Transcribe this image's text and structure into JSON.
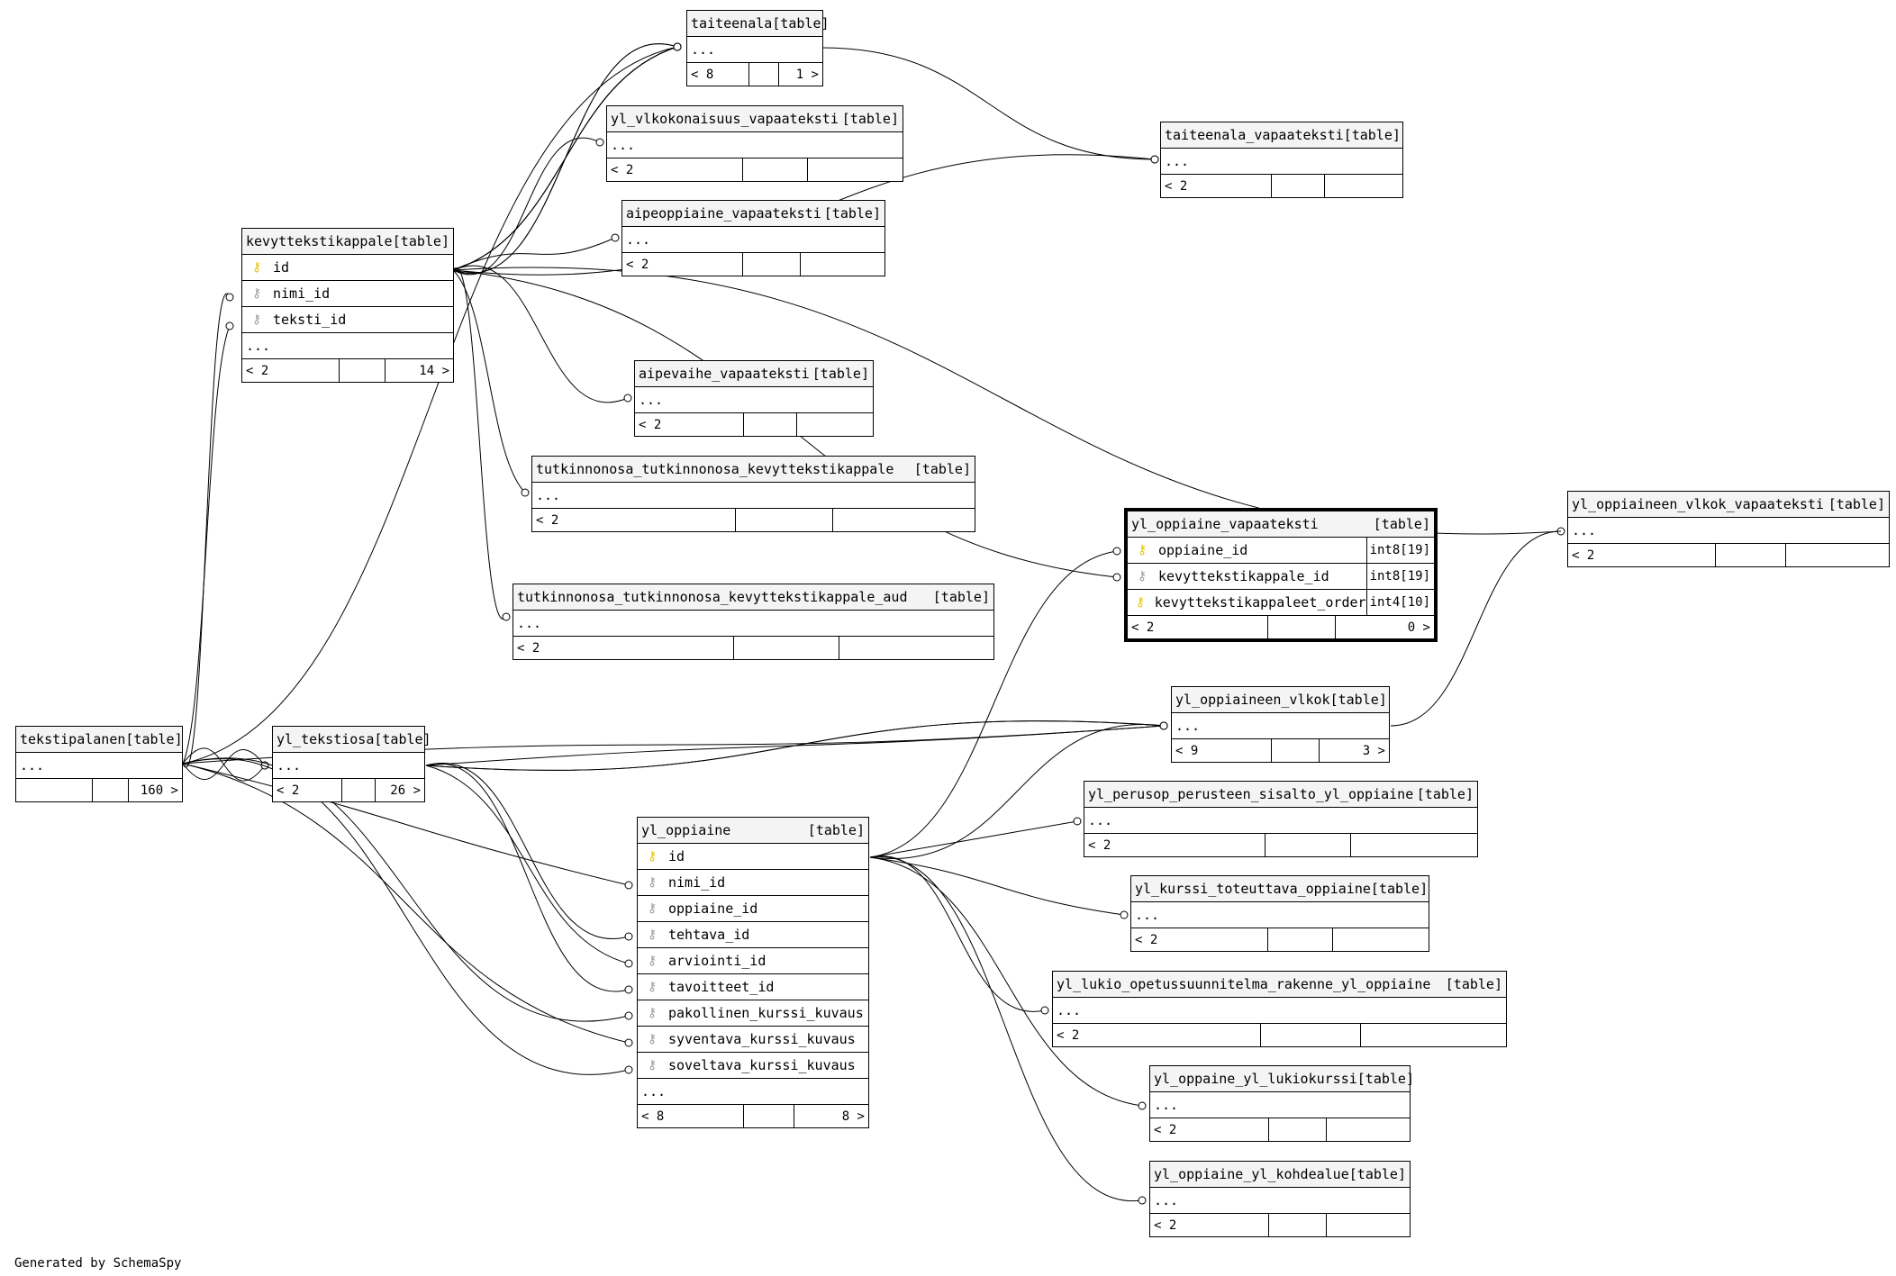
{
  "footer": "Generated by SchemaSpy",
  "tables": [
    {
      "id": "taiteenala",
      "name": "taiteenala",
      "tag": "[table]",
      "rows": [
        {
          "k": "",
          "n": "..."
        }
      ],
      "foot": [
        "< 8",
        "",
        "1 >"
      ]
    },
    {
      "id": "ylvlkokv",
      "name": "yl_vlkokonaisuus_vapaateksti",
      "tag": "[table]",
      "rows": [
        {
          "k": "",
          "n": "..."
        }
      ],
      "foot": [
        "< 2",
        "",
        ""
      ]
    },
    {
      "id": "aipeoppv",
      "name": "aipeoppiaine_vapaateksti",
      "tag": "[table]",
      "rows": [
        {
          "k": "",
          "n": "..."
        }
      ],
      "foot": [
        "< 2",
        "",
        ""
      ]
    },
    {
      "id": "taitv",
      "name": "taiteenala_vapaateksti",
      "tag": "[table]",
      "rows": [
        {
          "k": "",
          "n": "..."
        }
      ],
      "foot": [
        "< 2",
        "",
        ""
      ]
    },
    {
      "id": "kevyt",
      "name": "kevyttekstikappale",
      "tag": "[table]",
      "rows": [
        {
          "k": "pk",
          "n": "id"
        },
        {
          "k": "fk",
          "n": "nimi_id"
        },
        {
          "k": "fk",
          "n": "teksti_id"
        },
        {
          "k": "",
          "n": "..."
        }
      ],
      "foot": [
        "< 2",
        "",
        "14 >"
      ]
    },
    {
      "id": "aipevaihe",
      "name": "aipevaihe_vapaateksti",
      "tag": "[table]",
      "rows": [
        {
          "k": "",
          "n": "..."
        }
      ],
      "foot": [
        "< 2",
        "",
        ""
      ]
    },
    {
      "id": "tutkkev",
      "name": "tutkinnonosa_tutkinnonosa_kevyttekstikappale",
      "tag": "[table]",
      "rows": [
        {
          "k": "",
          "n": "..."
        }
      ],
      "foot": [
        "< 2",
        "",
        ""
      ]
    },
    {
      "id": "tutkkevaud",
      "name": "tutkinnonosa_tutkinnonosa_kevyttekstikappale_aud",
      "tag": "[table]",
      "rows": [
        {
          "k": "",
          "n": "..."
        }
      ],
      "foot": [
        "< 2",
        "",
        ""
      ]
    },
    {
      "id": "yloppv",
      "name": "yl_oppiaine_vapaateksti",
      "tag": "[table]",
      "rows": [
        {
          "k": "pk",
          "n": "oppiaine_id",
          "t": "int8[19]"
        },
        {
          "k": "fk",
          "n": "kevyttekstikappale_id",
          "t": "int8[19]"
        },
        {
          "k": "pk",
          "n": "kevyttekstikappaleet_order",
          "t": "int4[10]"
        }
      ],
      "foot": [
        "< 2",
        "",
        "0 >"
      ]
    },
    {
      "id": "ylvlkokvap",
      "name": "yl_oppiaineen_vlkok_vapaateksti",
      "tag": "[table]",
      "rows": [
        {
          "k": "",
          "n": "..."
        }
      ],
      "foot": [
        "< 2",
        "",
        ""
      ]
    },
    {
      "id": "tekstip",
      "name": "tekstipalanen",
      "tag": "[table]",
      "rows": [
        {
          "k": "",
          "n": "..."
        }
      ],
      "foot": [
        "",
        "",
        "160 >"
      ]
    },
    {
      "id": "yltekst",
      "name": "yl_tekstiosa",
      "tag": "[table]",
      "rows": [
        {
          "k": "",
          "n": "..."
        }
      ],
      "foot": [
        "< 2",
        "",
        "26 >"
      ]
    },
    {
      "id": "ylvlkok",
      "name": "yl_oppiaineen_vlkok",
      "tag": "[table]",
      "rows": [
        {
          "k": "",
          "n": "..."
        }
      ],
      "foot": [
        "< 9",
        "",
        "3 >"
      ]
    },
    {
      "id": "ylperus",
      "name": "yl_perusop_perusteen_sisalto_yl_oppiaine",
      "tag": "[table]",
      "rows": [
        {
          "k": "",
          "n": "..."
        }
      ],
      "foot": [
        "< 2",
        "",
        ""
      ]
    },
    {
      "id": "ylkurssi",
      "name": "yl_kurssi_toteuttava_oppiaine",
      "tag": "[table]",
      "rows": [
        {
          "k": "",
          "n": "..."
        }
      ],
      "foot": [
        "< 2",
        "",
        ""
      ]
    },
    {
      "id": "yloppiaine",
      "name": "yl_oppiaine",
      "tag": "[table]",
      "rows": [
        {
          "k": "pk",
          "n": "id"
        },
        {
          "k": "fk",
          "n": "nimi_id"
        },
        {
          "k": "fk",
          "n": "oppiaine_id"
        },
        {
          "k": "fk",
          "n": "tehtava_id"
        },
        {
          "k": "fk",
          "n": "arviointi_id"
        },
        {
          "k": "fk",
          "n": "tavoitteet_id"
        },
        {
          "k": "fk",
          "n": "pakollinen_kurssi_kuvaus"
        },
        {
          "k": "fk",
          "n": "syventava_kurssi_kuvaus"
        },
        {
          "k": "fk",
          "n": "soveltava_kurssi_kuvaus"
        },
        {
          "k": "",
          "n": "..."
        }
      ],
      "foot": [
        "< 8",
        "",
        "8 >"
      ]
    },
    {
      "id": "yllukio",
      "name": "yl_lukio_opetussuunnitelma_rakenne_yl_oppiaine",
      "tag": "[table]",
      "rows": [
        {
          "k": "",
          "n": "..."
        }
      ],
      "foot": [
        "< 2",
        "",
        ""
      ]
    },
    {
      "id": "yllukiok",
      "name": "yl_oppaine_yl_lukiokurssi",
      "tag": "[table]",
      "rows": [
        {
          "k": "",
          "n": "..."
        }
      ],
      "foot": [
        "< 2",
        "",
        ""
      ]
    },
    {
      "id": "ylkohde",
      "name": "yl_oppiaine_yl_kohdealue",
      "tag": "[table]",
      "rows": [
        {
          "k": "",
          "n": "..."
        }
      ],
      "foot": [
        "< 2",
        "",
        ""
      ]
    }
  ]
}
